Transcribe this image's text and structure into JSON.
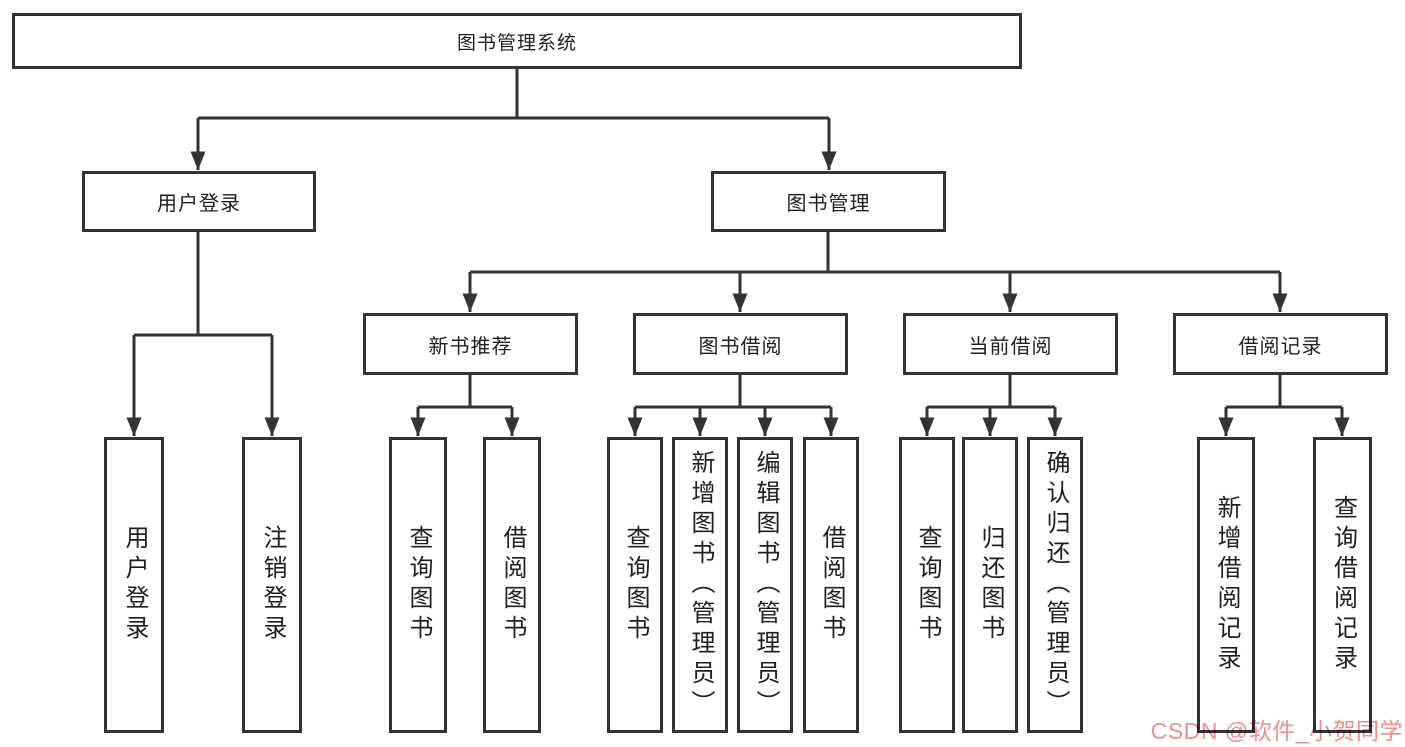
{
  "nodes": {
    "root": "图书管理系统",
    "user_login": "用户登录",
    "book_mgmt": "图书管理",
    "new_rec": "新书推荐",
    "borrow": "图书借阅",
    "current": "当前借阅",
    "records": "借阅记录",
    "ul_login": "用户登录",
    "ul_logout": "注销登录",
    "nr_query": "查询图书",
    "nr_borrow": "借阅图书",
    "bw_query": "查询图书",
    "bw_add": "新增图书（管理员）",
    "bw_edit": "编辑图书（管理员）",
    "bw_borrow": "借阅图书",
    "cu_query": "查询图书",
    "cu_return": "归还图书",
    "cu_confirm": "确认归还（管理员）",
    "rc_add": "新增借阅记录",
    "rc_query": "查询借阅记录"
  },
  "hierarchy": {
    "图书管理系统": {
      "用户登录": [
        "用户登录",
        "注销登录"
      ],
      "图书管理": {
        "新书推荐": [
          "查询图书",
          "借阅图书"
        ],
        "图书借阅": [
          "查询图书",
          "新增图书（管理员）",
          "编辑图书（管理员）",
          "借阅图书"
        ],
        "当前借阅": [
          "查询图书",
          "归还图书",
          "确认归还（管理员）"
        ],
        "借阅记录": [
          "新增借阅记录",
          "查询借阅记录"
        ]
      }
    }
  },
  "watermark": {
    "text": "CSDN @软件_小贺同学",
    "color": "#ef8d8d"
  },
  "colors": {
    "line": "#333333",
    "box_border": "#333333",
    "text": "#1f1f1f",
    "background": "#ffffff"
  }
}
